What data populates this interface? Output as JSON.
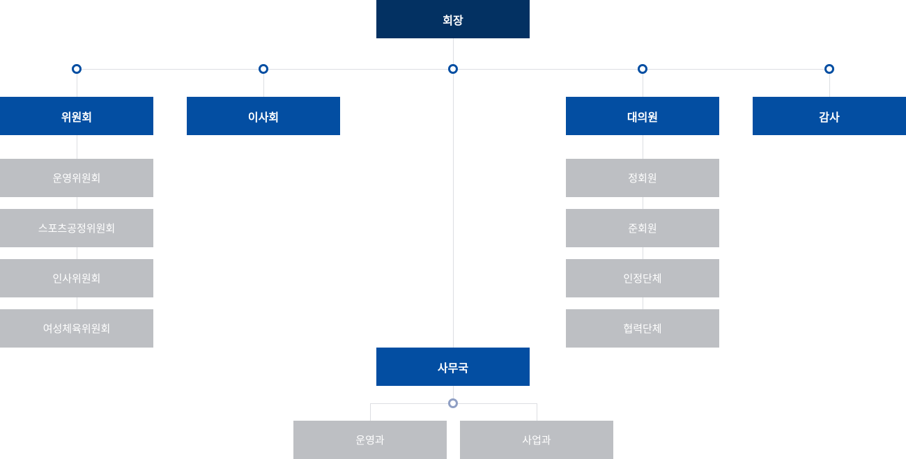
{
  "org_chart": {
    "president": "회장",
    "committee": {
      "label": "위원회",
      "children": [
        "운영위원회",
        "스포츠공정위원회",
        "인사위원회",
        "여성체육위원회"
      ]
    },
    "board": {
      "label": "이사회"
    },
    "delegates": {
      "label": "대의원",
      "children": [
        "정회원",
        "준회원",
        "인정단체",
        "협력단체"
      ]
    },
    "audit": {
      "label": "감사"
    },
    "secretariat": {
      "label": "사무국",
      "children": [
        "운영과",
        "사업과"
      ]
    }
  },
  "colors": {
    "president_bg": "#033162",
    "primary_bg": "#034ea2",
    "sub_bg": "#bdbfc3",
    "connector": "#dcdee2",
    "node_ring": "#034ea2",
    "node_ring_light": "#8f9fc4"
  }
}
